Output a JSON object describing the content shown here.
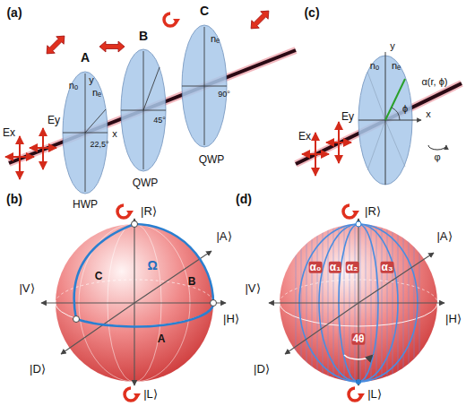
{
  "diagram": {
    "labels": [
      "(a)",
      "A",
      "B",
      "C",
      "Ex",
      "Ey",
      "nₒ",
      "y",
      "nₑ",
      "x",
      "22,5°",
      "HWP",
      "45°",
      "QWP",
      "nₑ",
      "90°",
      "QWP",
      "(c)",
      "Ex",
      "Ey",
      "nₒ",
      "nₑ",
      "y",
      "α(r, ϕ)",
      "ϕ",
      "x",
      "φ",
      "(b)",
      "|R⟩",
      "|A⟩",
      "|V⟩",
      "|H⟩",
      "|D⟩",
      "|L⟩",
      "Ω",
      "A",
      "B",
      "C",
      "(d)",
      "|R⟩",
      "|A⟩",
      "|V⟩",
      "|H⟩",
      "|D⟩",
      "|L⟩",
      "α₀",
      "α₁",
      "α₂",
      "α₃",
      "4θ"
    ]
  }
}
